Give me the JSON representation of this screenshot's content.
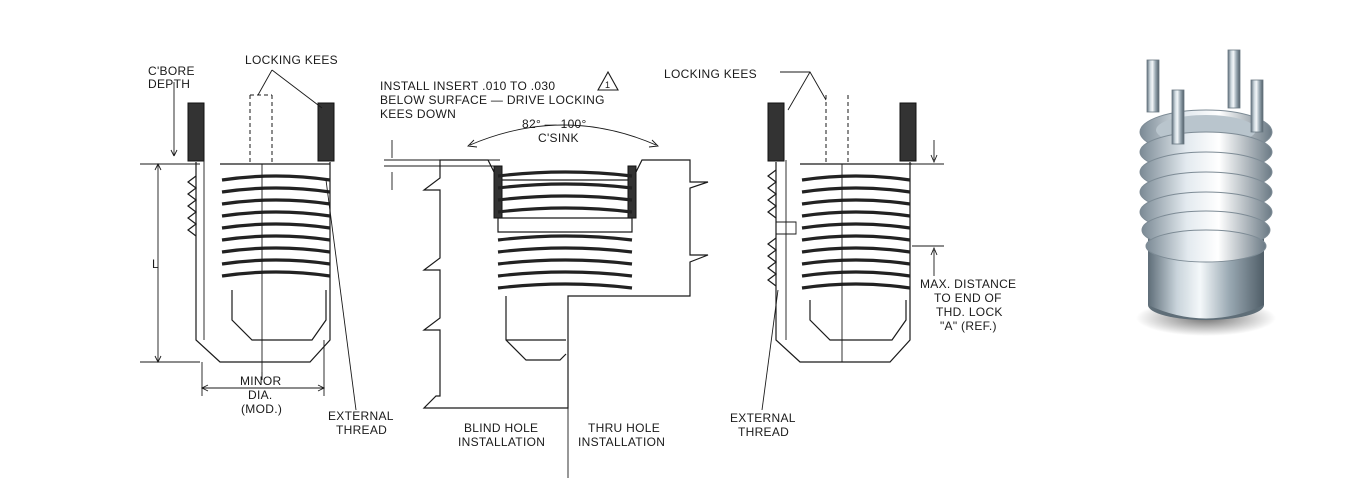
{
  "labels": {
    "cbore_1": "C'BORE",
    "cbore_2": "DEPTH",
    "locking_kees_left": "LOCKING KEES",
    "l_dim": "L",
    "minor_1": "MINOR",
    "minor_2": "DIA.",
    "minor_3": "(MOD.)",
    "ext_thread_left_1": "EXTERNAL",
    "ext_thread_left_2": "THREAD",
    "install_1": "INSTALL INSERT .010 TO .030",
    "install_2": "BELOW SURFACE — DRIVE LOCKING",
    "install_3": "KEES DOWN",
    "warning_mark": "1",
    "angle": "82° — 100°",
    "csink": "C'SINK",
    "blind_1": "BLIND HOLE",
    "blind_2": "INSTALLATION",
    "thru_1": "THRU HOLE",
    "thru_2": "INSTALLATION",
    "locking_kees_right": "LOCKING KEES",
    "max_1": "MAX. DISTANCE",
    "max_2": "TO END OF",
    "max_3": "THD. LOCK",
    "max_4": "\"A\" (REF.)",
    "ext_thread_right_1": "EXTERNAL",
    "ext_thread_right_2": "THREAD"
  },
  "colors": {
    "line": "#1a1a1a",
    "key": "#333333",
    "metal_light": "#e8eef2",
    "metal_dark": "#6f7f8a"
  }
}
